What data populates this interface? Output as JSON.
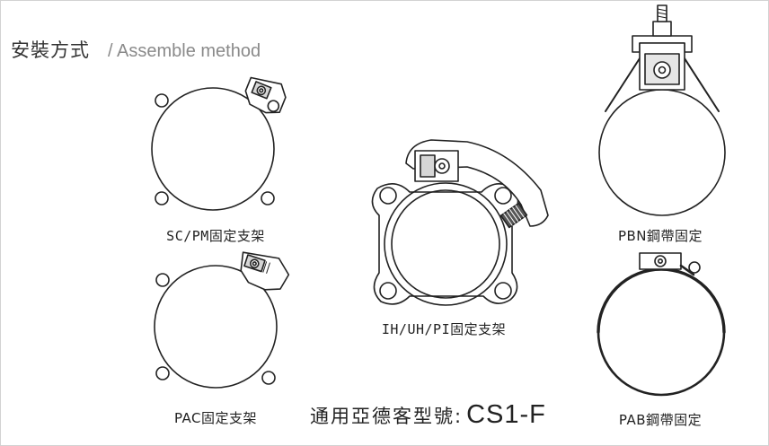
{
  "header": {
    "title": "安裝方式",
    "subtitle": "/ Assemble method"
  },
  "diagrams": {
    "sc_pm": {
      "caption": "SC/PM固定支架"
    },
    "pac": {
      "caption": "PAC固定支架"
    },
    "ih_uh_pi": {
      "caption": "IH/UH/PI固定支架"
    },
    "pbn": {
      "caption": "PBN鋼帶固定"
    },
    "pab": {
      "caption": "PAB鋼帶固定"
    }
  },
  "model": {
    "label": "通用亞德客型號:",
    "code": "CS1-F"
  }
}
